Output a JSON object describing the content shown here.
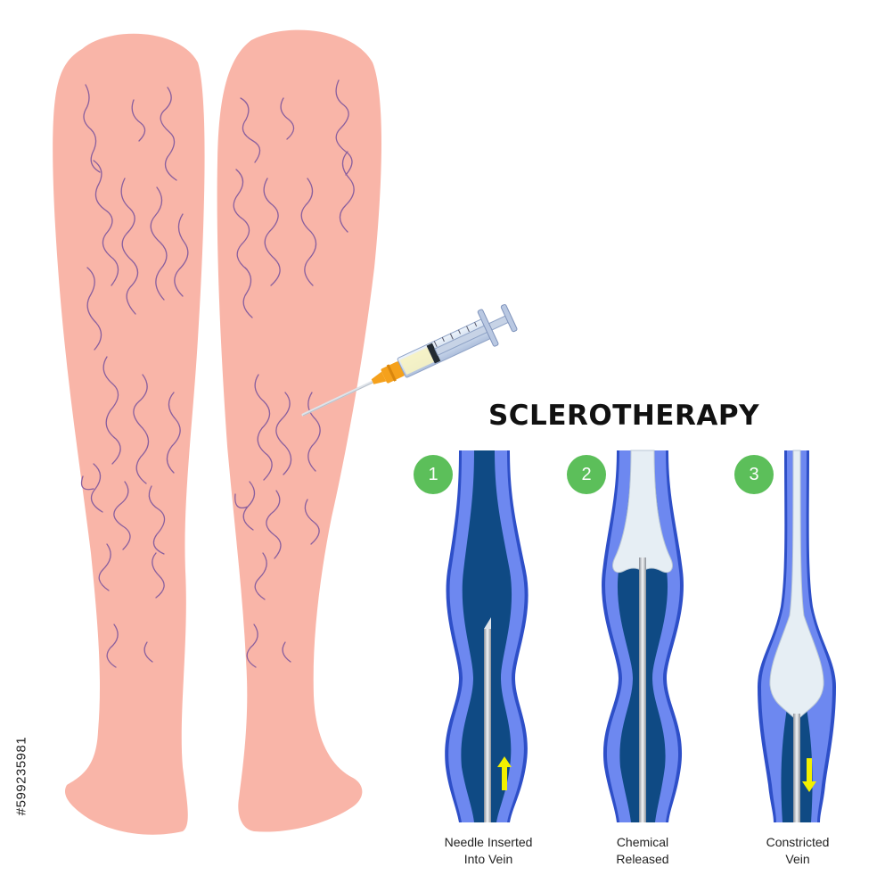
{
  "title": "SCLEROTHERAPY",
  "steps": [
    {
      "number": "1",
      "caption_line1": "Needle Inserted",
      "caption_line2": "Into Vein"
    },
    {
      "number": "2",
      "caption_line1": "Chemical",
      "caption_line2": "Released"
    },
    {
      "number": "3",
      "caption_line1": "Constricted",
      "caption_line2": "Vein"
    }
  ],
  "stock_id": "#599235981",
  "colors": {
    "skin": "#f9b5a8",
    "varicose_vein": "#8a5f9e",
    "vein_wall": "#4f6fe0",
    "vein_wall_outer": "#2e4fc8",
    "blood": "#0f4a84",
    "chemical": "#e6eef4",
    "badge": "#5cbf5a",
    "arrow": "#f2f000",
    "needle_hub": "#f5a11c"
  }
}
